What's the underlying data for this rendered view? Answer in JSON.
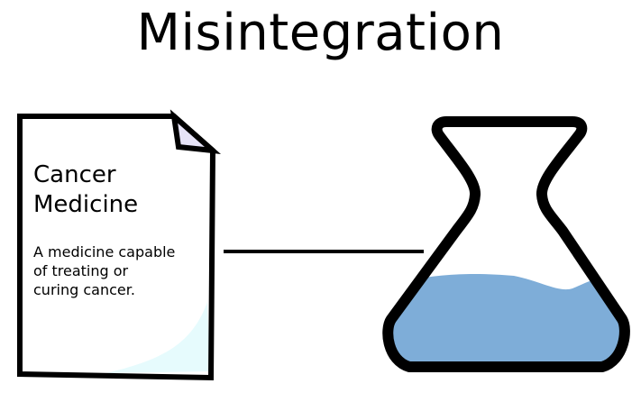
{
  "title": "Misintegration",
  "document": {
    "title_lines": [
      "Cancer",
      "Medicine"
    ],
    "description_lines": [
      "A medicine capable",
      "of treating or",
      "curing cancer."
    ],
    "icon": "document-icon",
    "fold_color": "#e6e3f7",
    "sheen_color": "#e6fbfd"
  },
  "flask": {
    "icon": "flask-icon",
    "liquid_color": "#7eadd8"
  }
}
